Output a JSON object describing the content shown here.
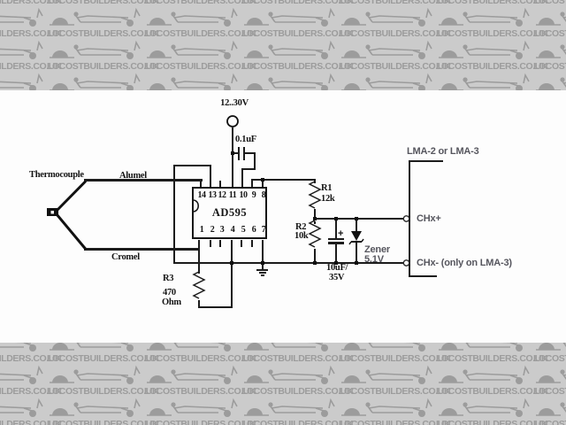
{
  "watermark": {
    "text": "LOCOSTBUILDERS.CO.UK"
  },
  "colors": {
    "banner_bg": "#cbcbcb",
    "banner_text": "#9c9c9c",
    "canvas_bg": "#fdfdfd",
    "line": "#1c1c1c",
    "right_label": "#56565e"
  },
  "schematic": {
    "power_label": "12..30V",
    "cap1_label": "0.1uF",
    "thermocouple_label": "Thermocouple",
    "alumel_label": "Alumel",
    "cromel_label": "Cromel",
    "ic": {
      "name": "AD595",
      "top_pins": [
        "14",
        "13",
        "12",
        "11",
        "10",
        "9",
        "8"
      ],
      "bottom_pins": [
        "1",
        "2",
        "3",
        "4",
        "5",
        "6",
        "7"
      ]
    },
    "r1": {
      "name": "R1",
      "value": "12k"
    },
    "r2": {
      "name": "R2",
      "value": "10k"
    },
    "r3": {
      "name": "R3",
      "value_line1": "470",
      "value_line2": "Ohm"
    },
    "cap2": {
      "plus": "+",
      "line1": "10uF/",
      "line2": "35V"
    },
    "zener": {
      "line1": "Zener",
      "line2": "5.1V"
    },
    "connector_label": "LMA-2 or LMA-3",
    "chx_plus_label": "CHx+",
    "chx_minus_label": "CHx- (only on LMA-3)"
  }
}
